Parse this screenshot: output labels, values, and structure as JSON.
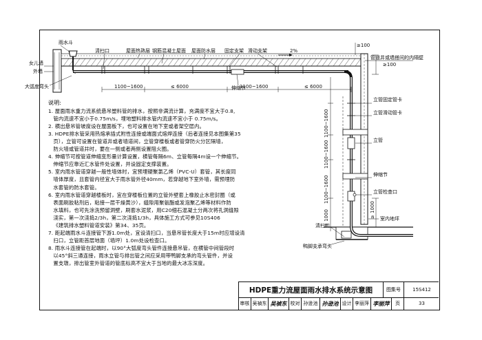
{
  "drawing": {
    "labels": {
      "rain_gutter": "雨水斗",
      "parapet": "女儿墙",
      "outer_wall": "外墙",
      "big_radius_bend": "大弧度弯头",
      "cleanout_top": "清扫口",
      "roof_insulation": "屋面热熟层",
      "rc_roof_slab": "钢筋混凝土屋面",
      "roof_waterproof": "屋面防水层",
      "fixed_support": "固定支架",
      "slide_support": "滑动支架",
      "expansion_joint_h": "伸缩节",
      "pipe_well_wall": "管道井或墙搭间的内隔壁",
      "riser_fixed_card": "立管固定管卡",
      "riser_slide_card": "立管滑动管卡",
      "riser": "立管",
      "expansion_joint_v": "伸缩节",
      "riser_check_port": "立管检查口",
      "indoor_ground": "室内地坪",
      "duckfoot_bend": "鸭脚支承弯头",
      "cleanout_bottom": "清扫口",
      "slope": "2%"
    },
    "dimensions": {
      "d1100_1600": "1100~1600",
      "d6000a": "≤ 6000",
      "d1100_1600b": "1100~1600",
      "d6000b": "≤ 6000",
      "d100_top": "≥100",
      "d100_right": "≥100",
      "d_riser1": "1100~1600",
      "d_riser2": "1100~1600",
      "d_riser3": "1100~1600",
      "d_1000": "≤ 1000",
      "d_bottom": "≥ 1000"
    }
  },
  "notes": {
    "title": "说明:",
    "items": [
      "1. 屋面雨水重力流系统悬吊塑料管的排水，按照非满流计算，充满度不宜大于0.8,",
      "   管内流速不宜小于0.75m/s，埋地塑料排水管内流速不宜小于 0.75m/s。",
      "2. 横出悬吊管坡度设在屋面板下，也可设置在地下室或者架空层内。",
      "3. HDPE排水管采用热熔承插式附性连接或端面式熔焊连接（后者连接见本图集第35",
      "   页），立管可设置在管道井或者墙道间，立管穿楼板或者管穿防火分区隔墙，",
      "   防火墙或管道井时，要在一侧或者两侧设置阻火圈。",
      "4. 伸缩节可按管道伸缩变形量计算设置，横管每隔6m、立管每隔4m设一个伸缩节。",
      "   伸缩节应靠近汇水管件处设置，并设固定支撑装置。",
      "5. 室内雨水管道穿越一般性墙体时，宜预埋硬聚氯乙烯（PVC-U）套管，其长度同",
      "   墙体厚度，且套管内径宜大于雨水管外径40mm，若穿越地下室外墙，需预埋防",
      "   水套管的防水套管。",
      "6. 室内雨水管道穿越楼板时，宜在穿楼板位置的立管外壁套上橡胶止水密封圈（或",
      "   表面刷胶粘剂后，粘接一层干燥黄沙），缝隙用聚氨酯或发泡聚乙烯等材料作防",
      "   水填料，也可先涂洗预留洞壁，刷套水泥浆，用C20细石混凝土分两次将孔洞缝隙",
      "   浇实，第一次浇捣2/3h，第二次浇捣1/3h，具体施工方式可参见10S406",
      "   《建筑排水塑料管道安装》第34、35页。",
      "7. 距起端雨水斗连接管下游1.0m处，宜设清扫口，当悬吊管长度大于15m时应增设清",
      "   扫口，立管距首层地面（墙坪）1.0m处设检查口。",
      "8. 雨水斗连接管在起端时，以90°大弧度弯头管件连接悬吊管，在横管中间管段时",
      "   以45°斜三通连接，雨水立管与排出管之间应采用带鸭脚支承的弯头管件，并设",
      "   置支墩，排出管室外管道的管底标高不宜大于当地的最大冰冻深度。"
    ]
  },
  "title_block": {
    "drawing_title": "HDPE重力流屋面雨水排水系统示意图",
    "atlas_label": "图集号",
    "atlas_no": "15S412",
    "review_label": "审核",
    "reviewer": "吴禎东",
    "reviewer_sig": "吴禎东",
    "check_label": "校对",
    "checker": "孙逊池",
    "checker_sig": "孙逊池",
    "design_label": "设计",
    "designer": "李丽萍",
    "designer_sig": "李丽萍",
    "page_label": "页",
    "page_no": "33"
  }
}
